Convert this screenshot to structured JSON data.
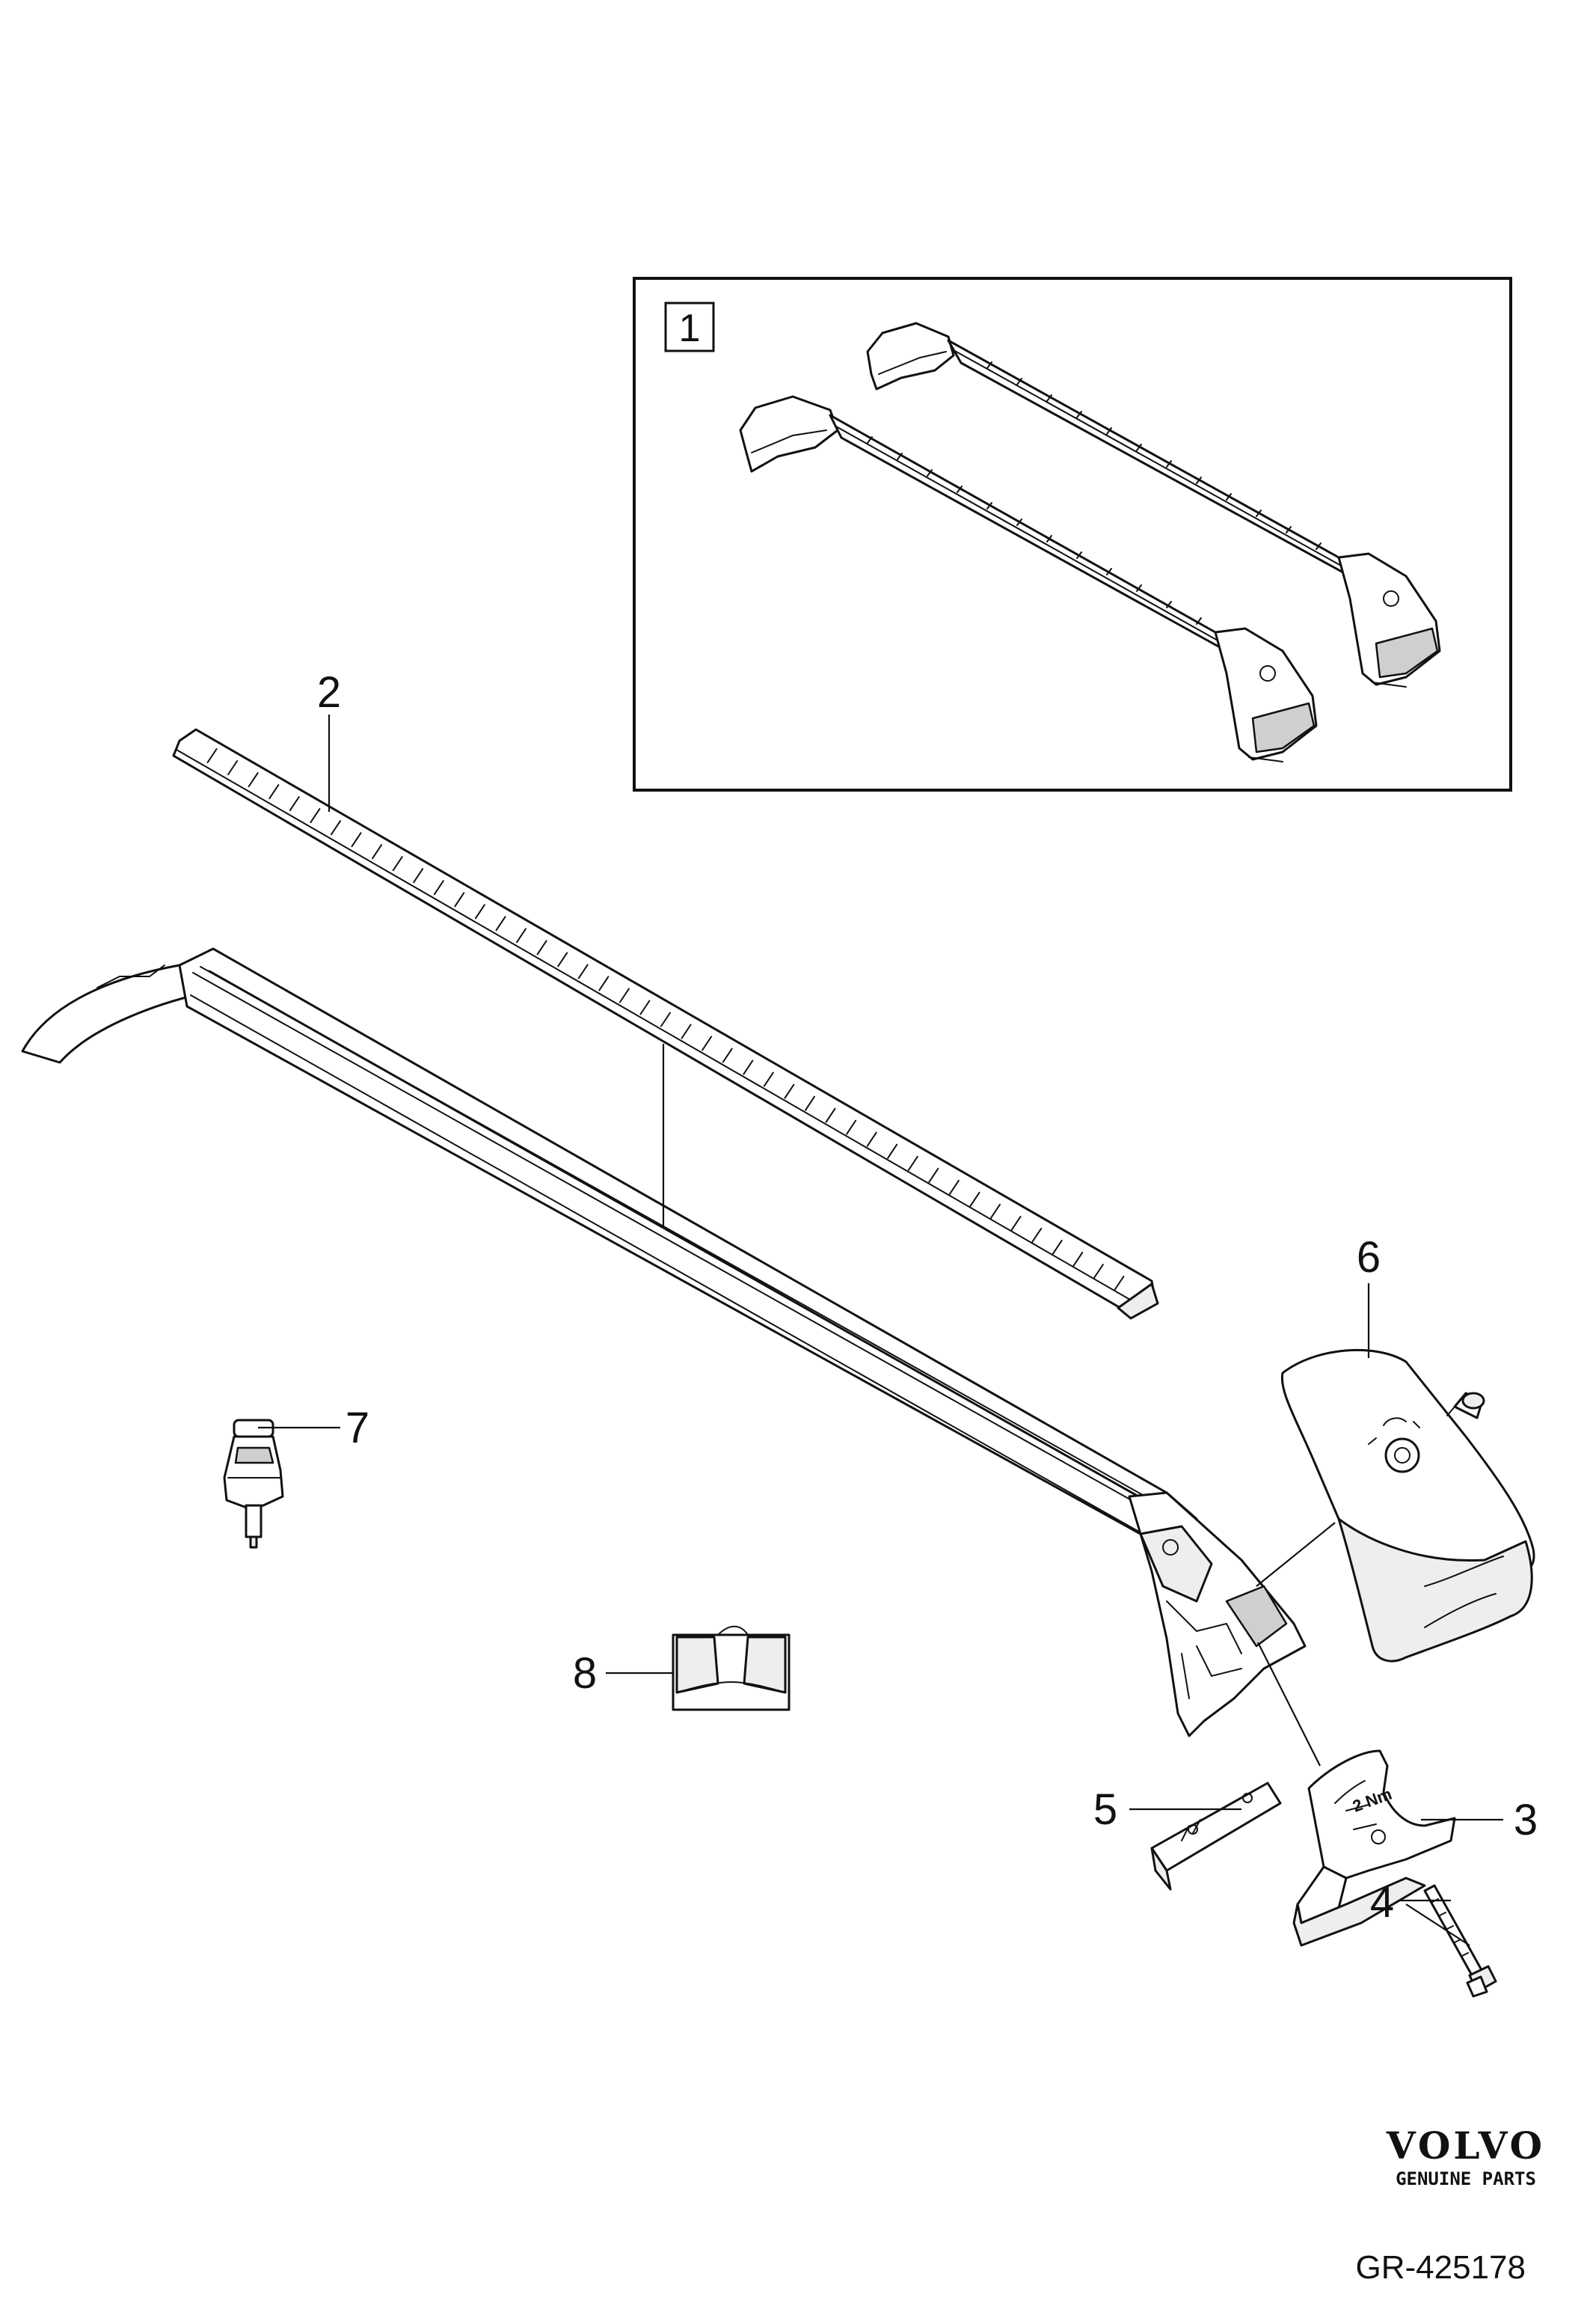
{
  "inset": {
    "box_number": "1"
  },
  "callouts": [
    {
      "id": "2",
      "label": "2"
    },
    {
      "id": "6",
      "label": "6"
    },
    {
      "id": "7",
      "label": "7"
    },
    {
      "id": "8",
      "label": "8"
    },
    {
      "id": "5",
      "label": "5"
    },
    {
      "id": "3",
      "label": "3"
    },
    {
      "id": "4",
      "label": "4"
    }
  ],
  "part_marks": {
    "torque": "2 Nm"
  },
  "branding": {
    "logo_text": "VOLVO",
    "tagline": "GENUINE PARTS",
    "reference": "GR-425178"
  },
  "colors": {
    "line": "#111111",
    "background": "#ffffff",
    "shade": "#cfcfcf"
  }
}
